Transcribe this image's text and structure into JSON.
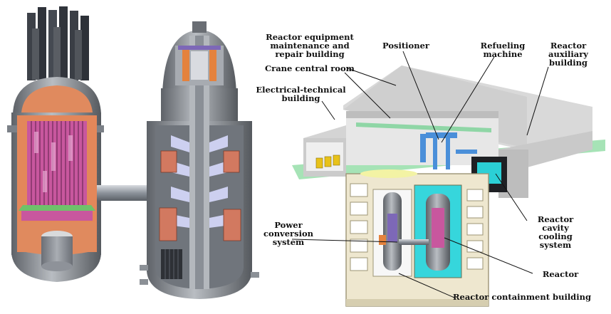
{
  "labels": {
    "reactor_equipment": "Reactor equipment\nmaintenance and\nrepair building",
    "crane_room": "Crane central room",
    "electrical": "Electrical-technical\nbuilding",
    "positioner": "Positioner",
    "refueling": "Refueling\nmachine",
    "auxiliary": "Reactor\nauxiliary\nbuilding",
    "power_conversion": "Power\nconversion\nsystem",
    "cavity_cooling": "Reactor\ncavity\ncooling\nsystem",
    "reactor": "Reactor",
    "containment": "Reactor containment building"
  },
  "colors": {
    "vessel_gray": "#8f949a",
    "core_magenta": "#c8579e",
    "insulation_orange": "#e3875a",
    "building_gray": "#c8c8c8",
    "roof_gray": "#d9d9d9",
    "soil_green": "#a6e3b6",
    "cavity_cyan": "#2bd0d6",
    "crane_blue": "#4a8fd9",
    "equipment_yellow": "#e8c21a",
    "wall_beige": "#eee7cf"
  }
}
